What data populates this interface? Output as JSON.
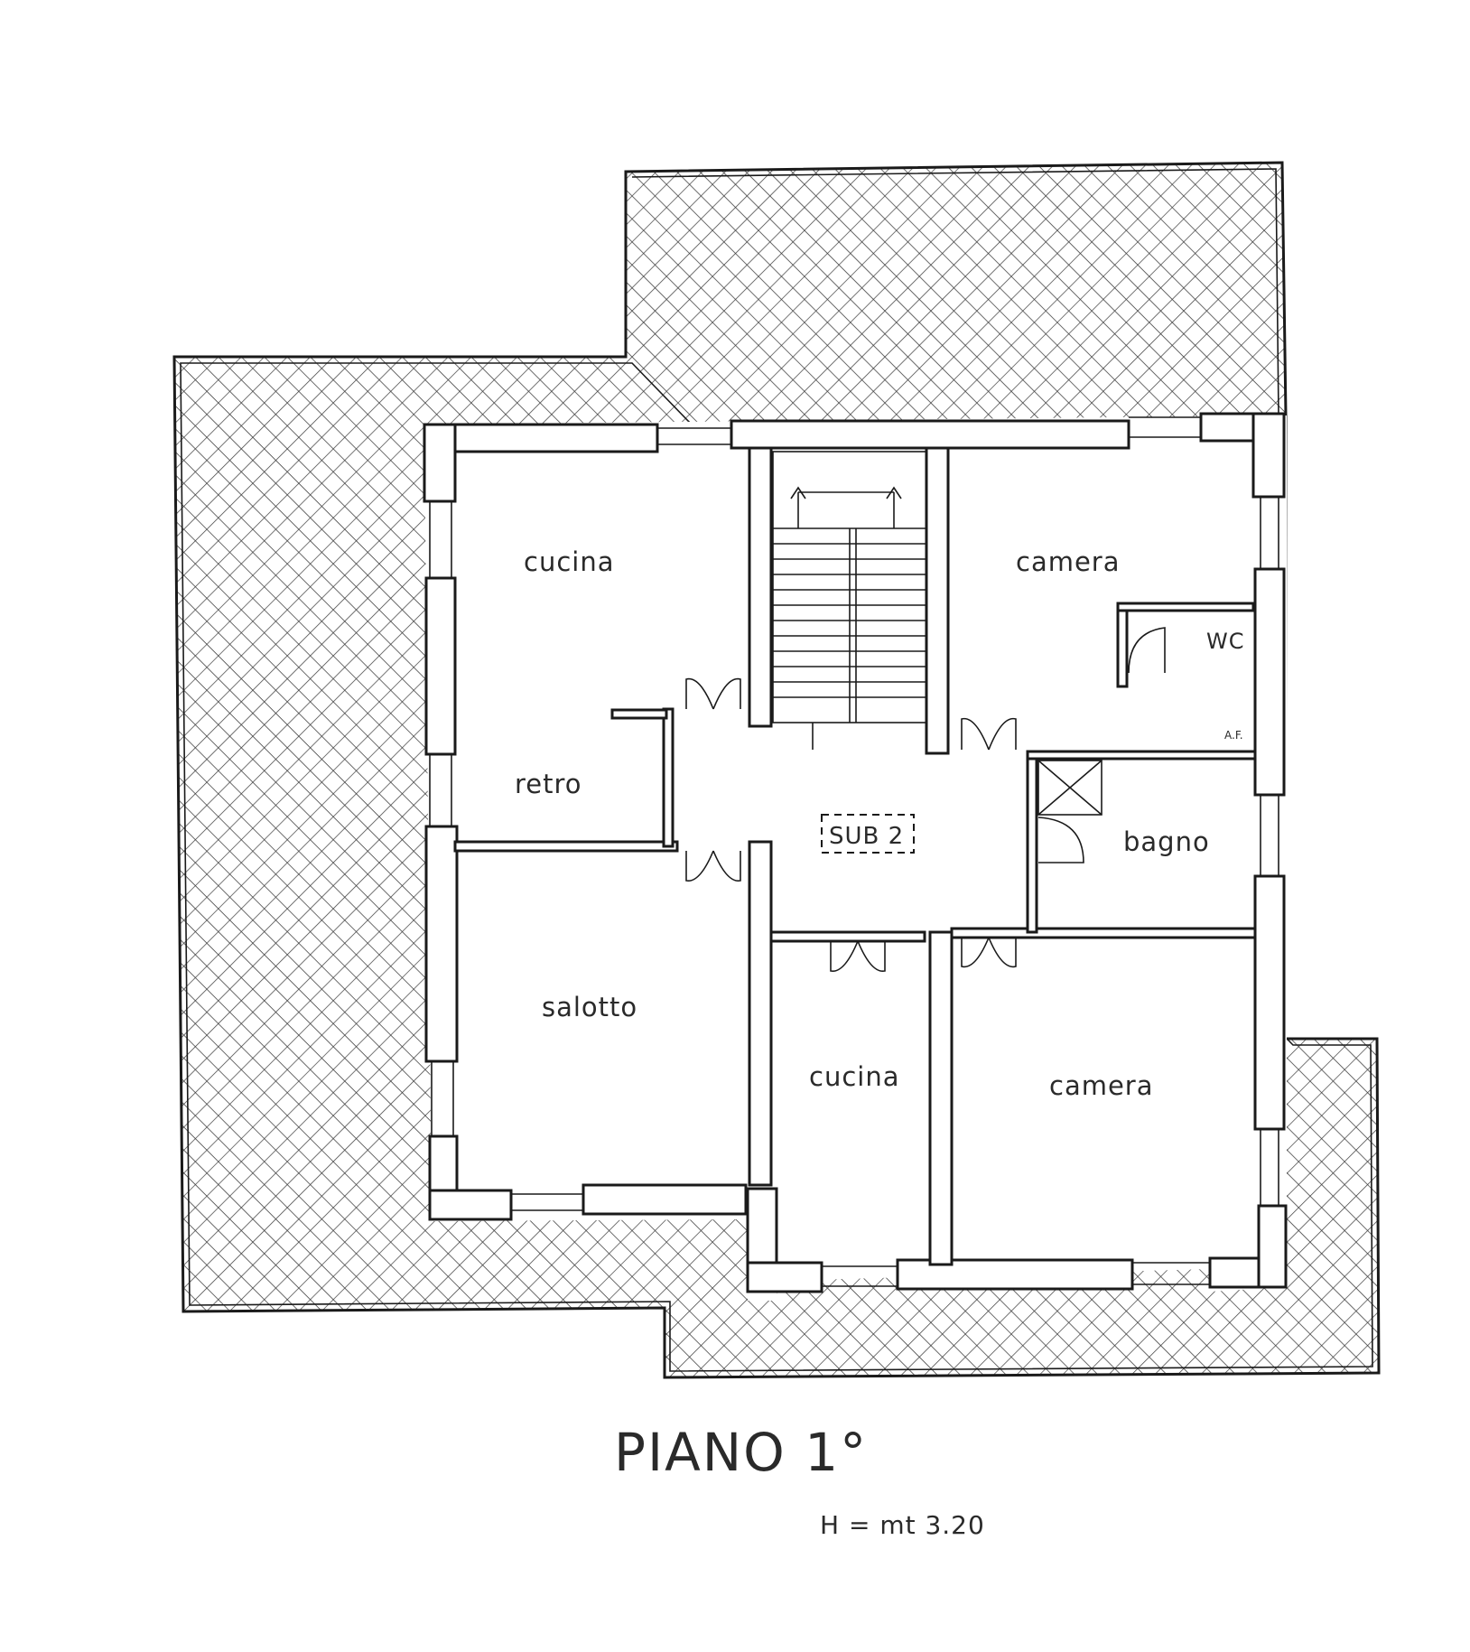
{
  "rooms": {
    "cucina_top": "cucina",
    "retro": "retro",
    "camera_top": "camera",
    "wc": "WC",
    "af": "A.F.",
    "sub": "SUB 2",
    "bagno": "bagno",
    "salotto": "salotto",
    "cucina_bottom": "cucina",
    "camera_bottom": "camera"
  },
  "footer": {
    "title": "PIANO 1°",
    "height": "H = mt 3.20"
  },
  "colors": {
    "line": "#1a1a1a",
    "hatch": "#3a3a3a",
    "background": "#ffffff"
  }
}
